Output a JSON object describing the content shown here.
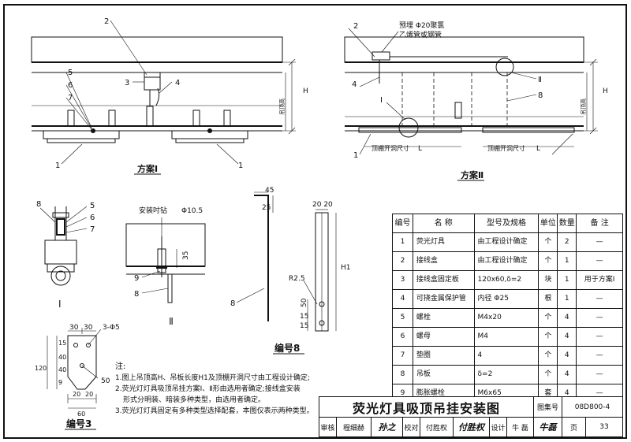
{
  "top_left": {
    "caption": "方案Ⅰ",
    "labels": [
      "2",
      "3",
      "4",
      "5",
      "6",
      "7",
      "1",
      "1"
    ],
    "dim_h": "H",
    "dim_h1": "吊顶高"
  },
  "top_right": {
    "caption": "方案Ⅱ",
    "label_2": "2",
    "label_4": "4",
    "label_1": "1",
    "label_8": "8",
    "callout_top": "预埋 Φ20聚氯",
    "callout_bottom": "乙烯管或钢管",
    "detail_i": "Ⅰ",
    "detail_ii": "Ⅱ",
    "opening_left": "顶棚开洞尺寸",
    "opening_right": "顶棚开洞尺寸",
    "dim_l": "L",
    "dim_h": "H",
    "dim_h1": "吊顶高"
  },
  "detail_I": {
    "caption": "Ⅰ",
    "labels": [
      "8",
      "5",
      "6",
      "7"
    ]
  },
  "detail_II": {
    "caption": "Ⅱ",
    "anchor": "安装吋钻",
    "anchor_dia": "Φ10.5",
    "dim_35": "35",
    "label_9": "9",
    "label_8": "8"
  },
  "part8": {
    "caption": "编号8",
    "dims": [
      "45",
      "25",
      "20 20",
      "H1",
      "R2.5",
      "50",
      "15",
      "15",
      "8"
    ]
  },
  "part3": {
    "caption": "编号3",
    "dims": [
      "30",
      "30",
      "3-Φ5",
      "15",
      "40",
      "120",
      "40",
      "50",
      "9",
      "20",
      "20",
      "60"
    ]
  },
  "notes": {
    "head": "注:",
    "items": [
      "1.图上吊顶高H、吊板长度H1及顶棚开洞尺寸由工程设计确定;",
      "2.荧光灯灯具吸顶吊挂方案Ⅰ、Ⅱ形由选用者确定;接线盒安装",
      "形式分明装、暗装多种类型，由选用者确定。",
      "3.荧光灯灯具固定有多种类型选择配套，本图仅表示两种类型。"
    ]
  },
  "table": {
    "headers": [
      "编号",
      "名 称",
      "型号及规格",
      "单位",
      "数量",
      "备 注"
    ],
    "rows": [
      [
        "1",
        "荧光灯具",
        "由工程设计确定",
        "个",
        "2",
        "—"
      ],
      [
        "2",
        "接线盒",
        "由工程设计确定",
        "个",
        "1",
        "—"
      ],
      [
        "3",
        "接线盒固定板",
        "120x60,δ=2",
        "块",
        "1",
        "用于方案Ⅰ"
      ],
      [
        "4",
        "可挠金属保护管",
        "内径 Φ25",
        "根",
        "1",
        "—"
      ],
      [
        "5",
        "螺栓",
        "M4x20",
        "个",
        "4",
        "—"
      ],
      [
        "6",
        "螺母",
        "M4",
        "个",
        "4",
        "—"
      ],
      [
        "7",
        "垫圈",
        "4",
        "个",
        "4",
        "—"
      ],
      [
        "8",
        "吊板",
        "δ=2",
        "个",
        "4",
        "—"
      ],
      [
        "9",
        "膨胀螺栓",
        "M6x65",
        "套",
        "4",
        "—"
      ]
    ]
  },
  "title_block": {
    "title": "荧光灯具吸顶吊挂安装图",
    "atlas_label": "图集号",
    "atlas_no": "08D800-4",
    "review_label": "审核",
    "reviewer": "程细赫",
    "review_sig": "孙之",
    "check_label": "校对",
    "checker": "付胜权",
    "check_sig": "付胜权",
    "design_label": "设计",
    "designer": "牛 磊",
    "design_sig": "牛磊",
    "page_label": "页",
    "page_no": "33"
  }
}
